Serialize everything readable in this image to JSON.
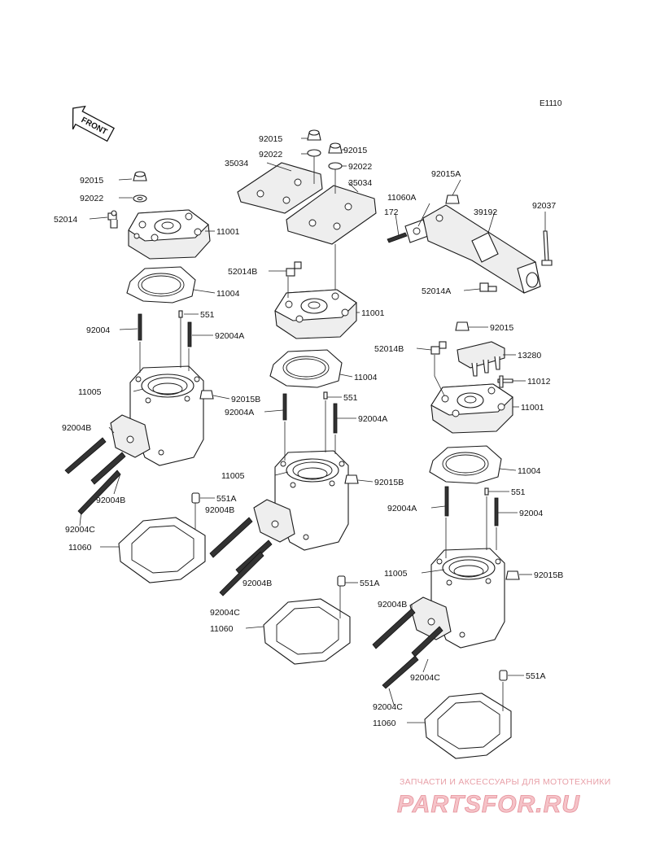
{
  "diagram": {
    "code": "E1110",
    "front_label": "FRONT",
    "labels": [
      {
        "id": "l1",
        "text": "92015"
      },
      {
        "id": "l2",
        "text": "92022"
      },
      {
        "id": "l3",
        "text": "35034"
      },
      {
        "id": "l4",
        "text": "92015"
      },
      {
        "id": "l5",
        "text": "92022"
      },
      {
        "id": "l6",
        "text": "35034"
      },
      {
        "id": "l7",
        "text": "92015A"
      },
      {
        "id": "l8",
        "text": "11060A"
      },
      {
        "id": "l9",
        "text": "172"
      },
      {
        "id": "l10",
        "text": "39192"
      },
      {
        "id": "l11",
        "text": "92037"
      },
      {
        "id": "l12",
        "text": "92015"
      },
      {
        "id": "l13",
        "text": "92022"
      },
      {
        "id": "l14",
        "text": "52014"
      },
      {
        "id": "l15",
        "text": "11001"
      },
      {
        "id": "l16",
        "text": "52014B"
      },
      {
        "id": "l17",
        "text": "52014A"
      },
      {
        "id": "l18",
        "text": "11004"
      },
      {
        "id": "l19",
        "text": "11001"
      },
      {
        "id": "l20",
        "text": "92004"
      },
      {
        "id": "l21",
        "text": "551"
      },
      {
        "id": "l22",
        "text": "92004A"
      },
      {
        "id": "l23",
        "text": "92015"
      },
      {
        "id": "l24",
        "text": "52014B"
      },
      {
        "id": "l25",
        "text": "13280"
      },
      {
        "id": "l26",
        "text": "11004"
      },
      {
        "id": "l27",
        "text": "11012"
      },
      {
        "id": "l28",
        "text": "11005"
      },
      {
        "id": "l29",
        "text": "92015B"
      },
      {
        "id": "l30",
        "text": "551"
      },
      {
        "id": "l31",
        "text": "11001"
      },
      {
        "id": "l32",
        "text": "92004A"
      },
      {
        "id": "l33",
        "text": "92004A"
      },
      {
        "id": "l34",
        "text": "92004B"
      },
      {
        "id": "l35",
        "text": "11005"
      },
      {
        "id": "l36",
        "text": "92015B"
      },
      {
        "id": "l37",
        "text": "11004"
      },
      {
        "id": "l38",
        "text": "92004B"
      },
      {
        "id": "l39",
        "text": "551A"
      },
      {
        "id": "l40",
        "text": "92004B"
      },
      {
        "id": "l41",
        "text": "92004A"
      },
      {
        "id": "l42",
        "text": "551"
      },
      {
        "id": "l43",
        "text": "92004C"
      },
      {
        "id": "l44",
        "text": "92004"
      },
      {
        "id": "l45",
        "text": "11060"
      },
      {
        "id": "l46",
        "text": "11005"
      },
      {
        "id": "l47",
        "text": "92015B"
      },
      {
        "id": "l48",
        "text": "92004B"
      },
      {
        "id": "l49",
        "text": "551A"
      },
      {
        "id": "l50",
        "text": "92004C"
      },
      {
        "id": "l51",
        "text": "92004B"
      },
      {
        "id": "l52",
        "text": "11060"
      },
      {
        "id": "l53",
        "text": "92004C"
      },
      {
        "id": "l54",
        "text": "551A"
      },
      {
        "id": "l55",
        "text": "92004C"
      },
      {
        "id": "l56",
        "text": "11060"
      }
    ]
  },
  "watermark": {
    "tagline": "ЗАПЧАСТИ И АКСЕССУАРЫ ДЛЯ МОТОТЕХНИКИ",
    "brand": "PARTSFOR.RU",
    "color": "#e58f99"
  }
}
